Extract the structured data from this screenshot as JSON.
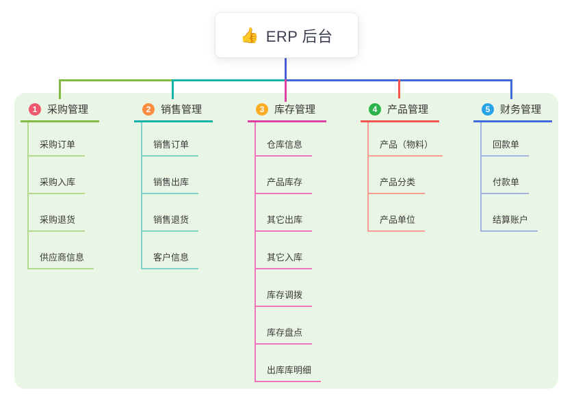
{
  "root": {
    "icon": "👍",
    "label": "ERP 后台"
  },
  "colors": {
    "panel_bg": "#eaf6e5",
    "root_connector": "#4c5ed6"
  },
  "branches": [
    {
      "index": "1",
      "label": "采购管理",
      "badge_color": "#f0566c",
      "line_color": "#82bb3f",
      "child_line_color": "#b2d98c",
      "children": [
        "采购订单",
        "采购入库",
        "采购退货",
        "供应商信息"
      ]
    },
    {
      "index": "2",
      "label": "销售管理",
      "badge_color": "#f98c42",
      "line_color": "#12b2a6",
      "child_line_color": "#7fd2ca",
      "children": [
        "销售订单",
        "销售出库",
        "销售退货",
        "客户信息"
      ]
    },
    {
      "index": "3",
      "label": "库存管理",
      "badge_color": "#fbac25",
      "line_color": "#dd3fa2",
      "child_line_color": "#ef74be",
      "children": [
        "仓库信息",
        "产品库存",
        "其它出库",
        "其它入库",
        "库存调拨",
        "库存盘点",
        "出库库明细"
      ]
    },
    {
      "index": "4",
      "label": "产品管理",
      "badge_color": "#2db24c",
      "line_color": "#f2564e",
      "child_line_color": "#f89c95",
      "children": [
        "产品（物料）",
        "产品分类",
        "产品单位"
      ]
    },
    {
      "index": "5",
      "label": "财务管理",
      "badge_color": "#2aa2e8",
      "line_color": "#3f68d8",
      "child_line_color": "#a3b4dc",
      "children": [
        "回款单",
        "付款单",
        "结算账户"
      ]
    }
  ]
}
